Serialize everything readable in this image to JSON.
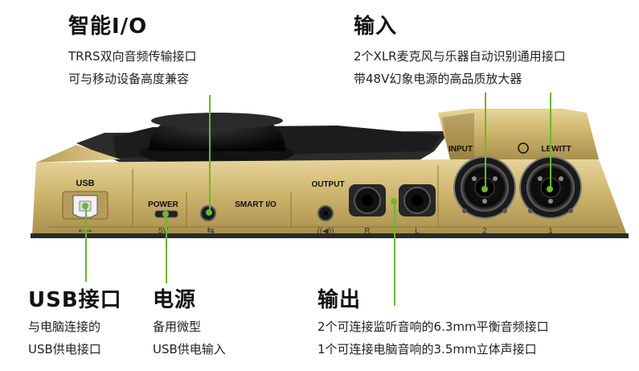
{
  "annotations": {
    "smart_io": {
      "title": "智能I/O",
      "line1": "TRRS双向音频传输接口",
      "line2": "可与移动设备高度兼容"
    },
    "input": {
      "title": "输入",
      "line1": "2个XLR麦克风与乐器自动识别通用接口",
      "line2": "带48V幻象电源的高品质放大器"
    },
    "usb": {
      "title": "USB接口",
      "line1": "与电脑连接的",
      "line2": "USB供电接口"
    },
    "power": {
      "title": "电源",
      "line1": "备用微型",
      "line2": "USB供电输入"
    },
    "output": {
      "title": "输出",
      "line1": "2个可连接监听音响的6.3mm平衡音频接口",
      "line2": "1个可连接电脑音响的3.5mm立体声接口"
    }
  },
  "device": {
    "brand": "LEWITT",
    "panel_labels": {
      "usb": "USB",
      "power": "POWER",
      "smart_io": "SMART I/O",
      "output": "OUTPUT",
      "input": "INPUT"
    },
    "bottom_labels": {
      "power_voltage": "5V",
      "output_r": "R",
      "output_l": "L",
      "input_2": "2",
      "input_1": "1"
    },
    "body_color": "#c9b26a",
    "accent_color": "#6ab82e"
  }
}
